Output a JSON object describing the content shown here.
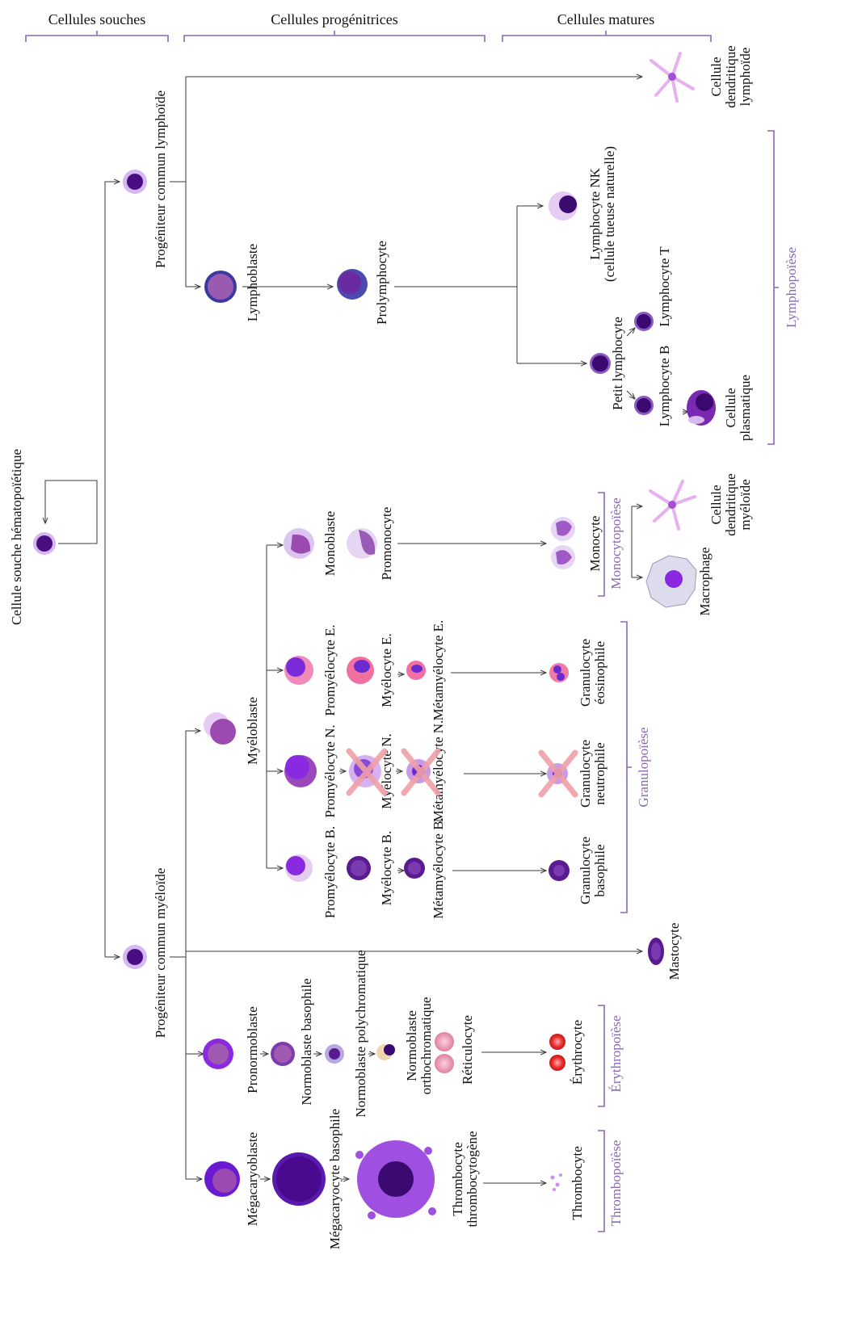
{
  "headers": {
    "stem": "Cellules souches",
    "progenitor": "Cellules progénitrices",
    "mature": "Cellules matures"
  },
  "root": {
    "label": "Cellule souche hématopoïétique"
  },
  "lymphoid": {
    "common": "Progéniteur commun lymphoïde",
    "lymphoblast": "Lymphoblaste",
    "prolymphocyte": "Prolymphocyte",
    "dendritic": [
      "Cellule",
      "dendritique",
      "lymphoïde"
    ],
    "nk": [
      "Lymphocyte NK",
      "(cellule tueuse naturelle)"
    ],
    "small": "Petit lymphocyte",
    "t_cell": "Lymphocyte T",
    "b_cell": "Lymphocyte B",
    "plasma": [
      "Cellule",
      "plasmatique"
    ]
  },
  "myeloid": {
    "common": "Progéniteur commun myéloïde",
    "myeloblast": "Myéloblaste",
    "monoblast": "Monoblaste",
    "promonocyte": "Promonocyte",
    "monocyte": "Monocyte",
    "macrophage": "Macrophage",
    "dendritic": [
      "Cellule",
      "dendritique",
      "myéloïde"
    ],
    "promyelocyte_e": "Promyélocyte E.",
    "myelocyte_e": "Myélocyte E.",
    "metamyelocyte_e": "Métamyélocyte E.",
    "eosinophil": [
      "Granulocyte",
      "éosinophile"
    ],
    "promyelocyte_n": "Promyélocyte N.",
    "myelocyte_n": "Myélocyte N.",
    "metamyelocyte_n": "Métamyélocyte N.",
    "neutrophil": [
      "Granulocyte",
      "neutrophile"
    ],
    "promyelocyte_b": "Promyélocyte B.",
    "myelocyte_b": "Myélocyte B.",
    "metamyelocyte_b": "Métamyélocyte B.",
    "basophil": [
      "Granulocyte",
      "basophile"
    ],
    "mastocyte": "Mastocyte",
    "pronormoblast": "Pronormoblaste",
    "normo_baso": "Normoblaste basophile",
    "normo_poly": "Normoblaste polychromatique",
    "normo_ortho": [
      "Normoblaste",
      "orthochromatique"
    ],
    "reticulocyte": "Réticulocyte",
    "erythrocyte": "Érythrocyte",
    "megakaryoblast": "Mégacaryoblaste",
    "megakaryocyte": "Mégacaryocyte basophile",
    "thrombocytogen": [
      "Thrombocyte",
      "thrombocytogène"
    ],
    "thrombocyte": "Thrombocyte"
  },
  "processes": {
    "lymphopoiesis": "Lymphopoïèse",
    "monocytopoiesis": "Monocytopoïèse",
    "granulopoiesis": "Granulopoïèse",
    "erythropoiesis": "Érythropoïèse",
    "thrombopoiesis": "Thrombopoïèse"
  },
  "colors": {
    "accent": "#8b68b5",
    "nucleus": "#4a0e82",
    "cytoplasm": "#a878e0",
    "red_cell": "#e02020",
    "cross": "#f0a0a8"
  }
}
